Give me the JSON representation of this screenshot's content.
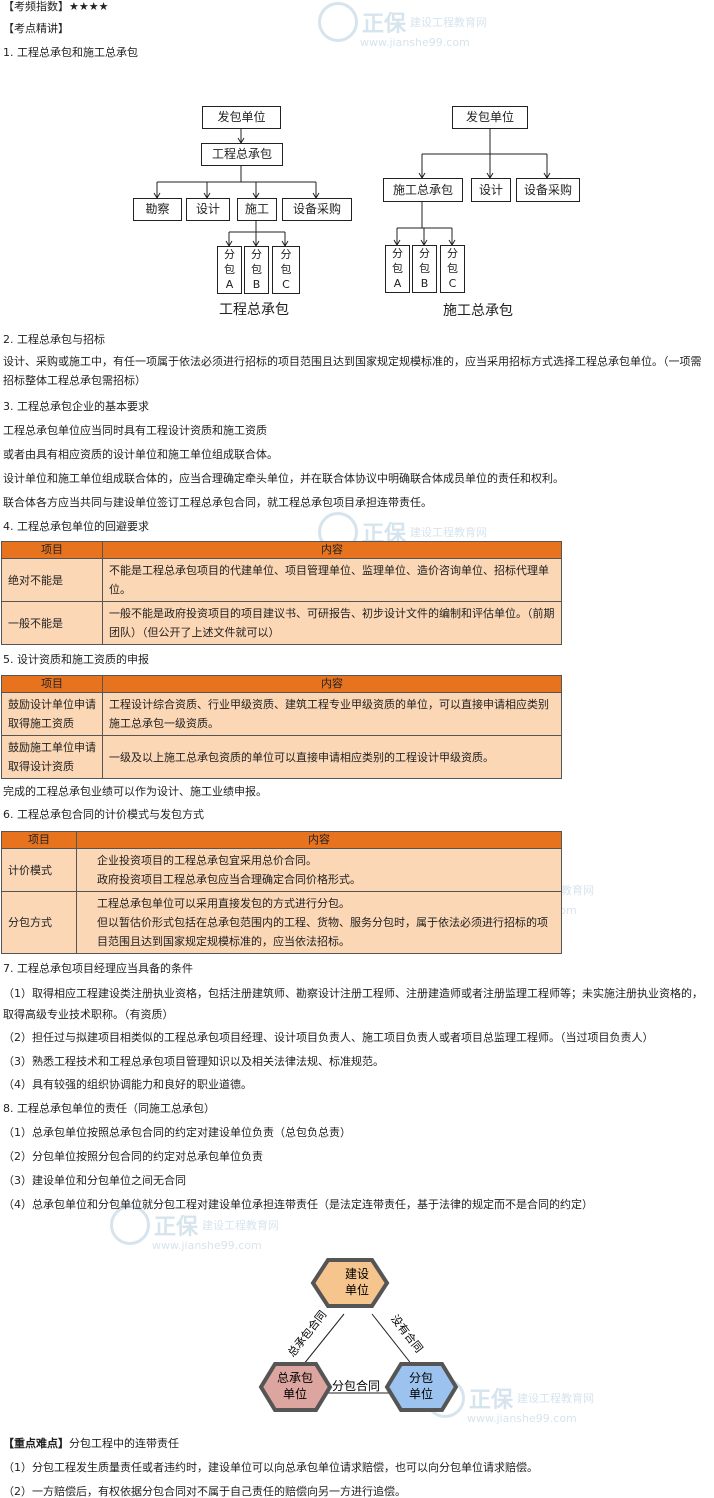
{
  "header": {
    "freq": "【考频指数】★★★★",
    "title": "【考点精讲】"
  },
  "s1": {
    "heading": "1. 工程总承包和施工总承包"
  },
  "diagram_left": {
    "top": "发包单位",
    "mid": "工程总承包",
    "children": [
      "勘察",
      "设计",
      "施工",
      "设备采购"
    ],
    "subs": [
      [
        "分",
        "包",
        "A"
      ],
      [
        "分",
        "包",
        "B"
      ],
      [
        "分",
        "包",
        "C"
      ]
    ],
    "caption": "工程总承包"
  },
  "diagram_right": {
    "top": "发包单位",
    "children": [
      "施工总承包",
      "设计",
      "设备采购"
    ],
    "subs": [
      [
        "分",
        "包",
        "A"
      ],
      [
        "分",
        "包",
        "B"
      ],
      [
        "分",
        "包",
        "C"
      ]
    ],
    "caption": "施工总承包"
  },
  "s2": {
    "heading": "2. 工程总承包与招标",
    "text": "设计、采购或施工中，有任一项属于依法必须进行招标的项目范围且达到国家规定规模标准的，应当采用招标方式选择工程总承包单位。（一项需招标整体工程总承包需招标）"
  },
  "s3": {
    "heading": "3. 工程总承包企业的基本要求",
    "lines": [
      "工程总承包单位应当同时具有工程设计资质和施工资质",
      "或者由具有相应资质的设计单位和施工单位组成联合体。",
      "设计单位和施工单位组成联合体的，应当合理确定牵头单位，并在联合体协议中明确联合体成员单位的责任和权利。",
      "联合体各方应当共同与建设单位签订工程总承包合同，就工程总承包项目承担连带责任。"
    ]
  },
  "s4": {
    "heading": "4. 工程总承包单位的回避要求",
    "cols": [
      "项目",
      "内容"
    ],
    "rows": [
      {
        "k": "绝对不能是",
        "v": "不能是工程总承包项目的代建单位、项目管理单位、监理单位、造价咨询单位、招标代理单位。"
      },
      {
        "k": "一般不能是",
        "v": "一般不能是政府投资项目的项目建议书、可研报告、初步设计文件的编制和评估单位。（前期团队）（但公开了上述文件就可以）"
      }
    ]
  },
  "s5": {
    "heading": "5. 设计资质和施工资质的申报",
    "cols": [
      "项目",
      "内容"
    ],
    "rows": [
      {
        "k": "鼓励设计单位申请取得施工资质",
        "v": "工程设计综合资质、行业甲级资质、建筑工程专业甲级资质的单位，可以直接申请相应类别施工总承包一级资质。"
      },
      {
        "k": "鼓励施工单位申请取得设计资质",
        "v": "一级及以上施工总承包资质的单位可以直接申请相应类别的工程设计甲级资质。"
      }
    ],
    "note": "完成的工程总承包业绩可以作为设计、施工业绩申报。"
  },
  "s6": {
    "heading": "6. 工程总承包合同的计价模式与发包方式",
    "cols": [
      "项目",
      "内容"
    ],
    "rows": [
      {
        "k": "计价模式",
        "v1": "企业投资项目的工程总承包宜采用总价合同。",
        "v2": "政府投资项目工程总承包应当合理确定合同价格形式。"
      },
      {
        "k": "分包方式",
        "v1": "工程总承包单位可以采用直接发包的方式进行分包。",
        "v2": "但以暂估价形式包括在总承包范围内的工程、货物、服务分包时，属于依法必须进行招标的项目范围且达到国家规定规模标准的，应当依法招标。"
      }
    ]
  },
  "s7": {
    "heading": "7. 工程总承包项目经理应当具备的条件",
    "items": [
      "（1）取得相应工程建设类注册执业资格，包括注册建筑师、勘察设计注册工程师、注册建造师或者注册监理工程师等；未实施注册执业资格的，取得高级专业技术职称。（有资质）",
      "（2）担任过与拟建项目相类似的工程总承包项目经理、设计项目负责人、施工项目负责人或者项目总监理工程师。（当过项目负责人）",
      "（3）熟悉工程技术和工程总承包项目管理知识以及相关法律法规、标准规范。",
      "（4）具有较强的组织协调能力和良好的职业道德。"
    ]
  },
  "s8": {
    "heading": "8. 工程总承包单位的责任（同施工总承包）",
    "items": [
      "（1）总承包单位按照总承包合同的约定对建设单位负责（总包负总责）",
      "（2）分包单位按照分包合同的约定对总承包单位负责",
      "（3）建设单位和分包单位之间无合同",
      "（4）总承包单位和分包单位就分包工程对建设单位承担连带责任（是法定连带责任，基于法律的规定而不是合同的约定）"
    ]
  },
  "triangle": {
    "top": [
      "建设",
      "单位"
    ],
    "left": [
      "总承包",
      "单位"
    ],
    "right": [
      "分包",
      "单位"
    ],
    "edge_left": "总承包合同",
    "edge_right": "没有合同",
    "edge_bottom": "分包合同",
    "colors": {
      "top": "#f6c48d",
      "left": "#dca5a0",
      "right": "#9cc3ef",
      "ring": "#555555"
    }
  },
  "key": {
    "label": "【重点难点】",
    "title": "分包工程中的连带责任",
    "items": [
      "（1）分包工程发生质量责任或者违约时，建设单位可以向总承包单位请求赔偿，也可以向分包单位请求赔偿。",
      "（2）一方赔偿后，有权依据分包合同对不属于自己责任的赔偿向另一方进行追偿。"
    ]
  },
  "watermark": {
    "big": "正保",
    "cn": "建设工程教育网",
    "url": "www.jianshe99.com"
  }
}
